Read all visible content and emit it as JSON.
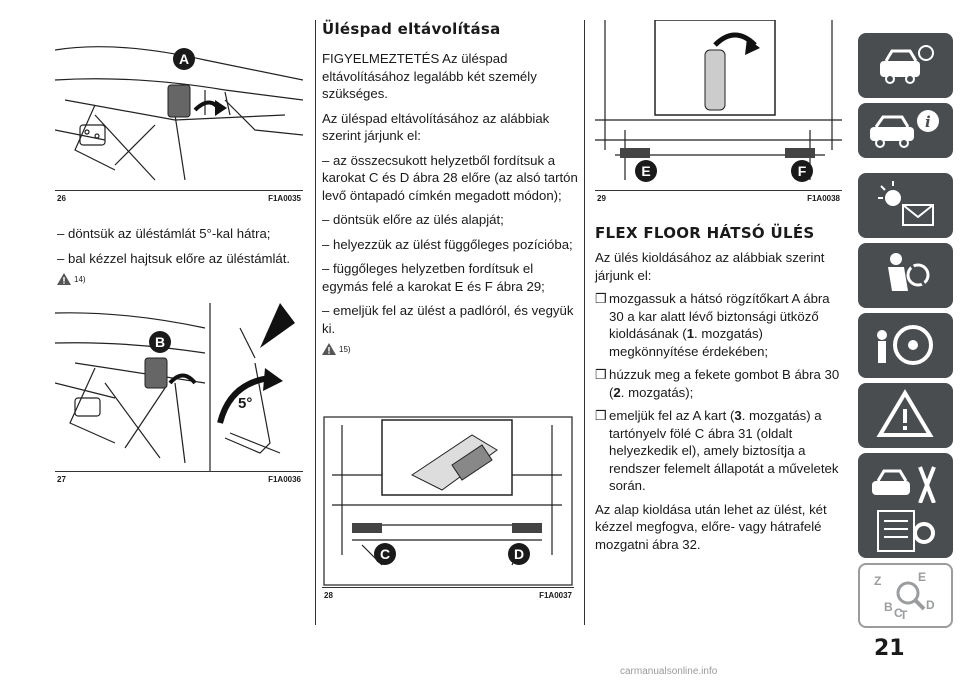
{
  "figures": {
    "fig26": {
      "number": "26",
      "code": "F1A0035",
      "callouts": [
        "A"
      ]
    },
    "fig27": {
      "number": "27",
      "code": "F1A0036",
      "callouts": [
        "B"
      ],
      "angle_label": "5°"
    },
    "fig28": {
      "number": "28",
      "code": "F1A0037",
      "callouts": [
        "C",
        "D"
      ]
    },
    "fig29": {
      "number": "29",
      "code": "F1A0038",
      "callouts": [
        "E",
        "F"
      ]
    }
  },
  "col1": {
    "line1": "– döntsük az üléstámlát 5°-kal hátra;",
    "line2": "– bal kézzel hajtsuk előre az üléstámlát.",
    "warning_ref": "14)"
  },
  "col2": {
    "heading": "Üléspad eltávolítása",
    "p1": "FIGYELMEZTETÉS Az üléspad eltávolításához legalább két személy szükséges.",
    "p2": "Az üléspad eltávolításához az alábbiak szerint járjunk el:",
    "p3": "– az összecsukott helyzetből fordítsuk a karokat C és D ábra 28 előre (az alsó tartón levő öntapadó címkén megadott módon);",
    "p4": "– döntsük előre az ülés alapját;",
    "p5": "– helyezzük az ülést függőleges pozícióba;",
    "p6": "– függőleges helyzetben fordítsuk el egymás felé a karokat E és F ábra 29;",
    "p7": "– emeljük fel az ülést a padlóról, és vegyük ki.",
    "warning_ref": "15)"
  },
  "col3": {
    "heading": "FLEX FLOOR HÁTSÓ ÜLÉS",
    "intro": "Az ülés kioldásához az alábbiak szerint járjunk el:",
    "bullet_glyph": "❒",
    "b1_pre": "mozgassuk a hátsó rögzítőkart A ábra 30 a kar alatt lévő biztonsági ütköző kioldásának (",
    "b1_num": "1",
    "b1_post": ". mozgatás) megkönnyítése érdekében;",
    "b2_pre": "húzzuk meg a fekete gombot B ábra 30 (",
    "b2_num": "2",
    "b2_post": ". mozgatás);",
    "b3_pre": "emeljük fel az A kart (",
    "b3_num": "3",
    "b3_post": ". mozgatás) a tartónyelv fölé C ábra 31 (oldalt helyezkedik el), amely biztosítja a rendszer felemelt állapotát a műveletek során.",
    "outro": "Az alap kioldása után lehet az ülést, két kézzel megfogva, előre- vagy hátrafelé mozgatni ábra 32."
  },
  "sidebar": {
    "tabs": [
      {
        "icon": "dashboard-car-icon"
      },
      {
        "icon": "car-info-icon",
        "active": true
      },
      {
        "icon": "warning-light-mail-icon"
      },
      {
        "icon": "airbag-person-icon"
      },
      {
        "icon": "steering-wheel-icon"
      },
      {
        "icon": "emergency-triangle-icon"
      },
      {
        "icon": "car-service-icon"
      },
      {
        "icon": "specs-gear-icon"
      },
      {
        "icon": "index-alphabet-icon"
      }
    ]
  },
  "page_number": "21",
  "footer": "carmanualsonline.info",
  "colors": {
    "tab_dark": "#4a4d50",
    "text": "#1a1a1a"
  }
}
